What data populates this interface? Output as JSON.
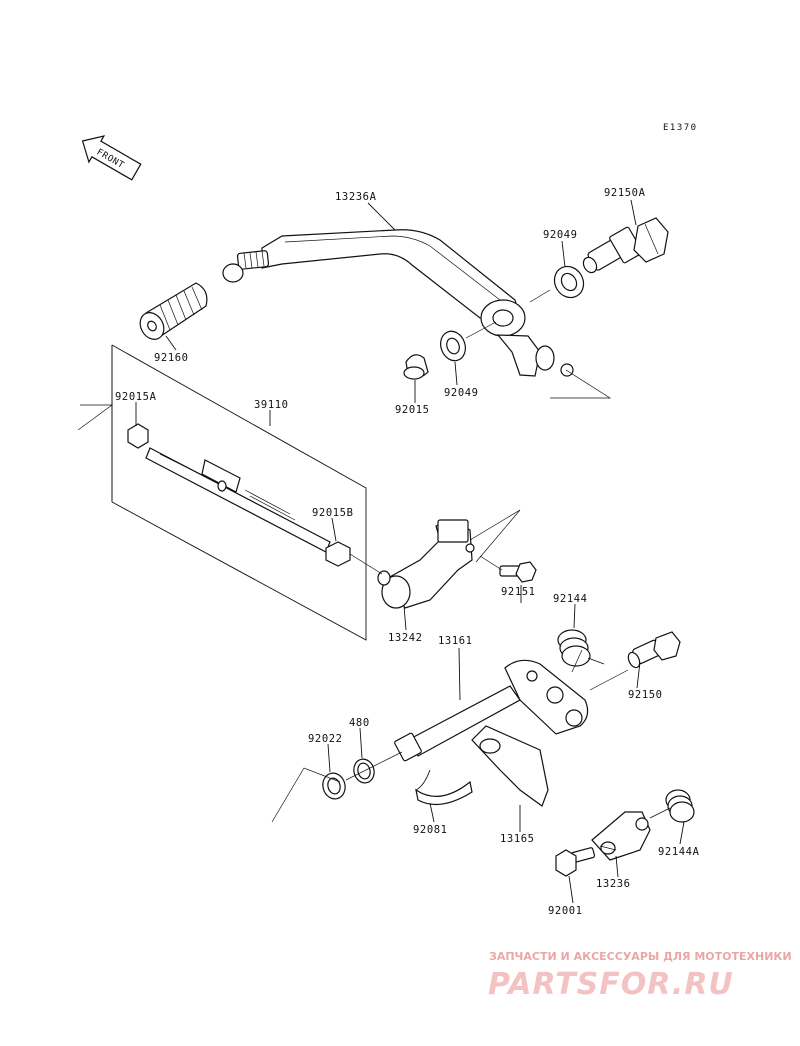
{
  "diagram_code": "E1370",
  "front_label": "FRONT",
  "parts": {
    "p13236A": "13236A",
    "p92150A": "92150A",
    "p92049a": "92049",
    "p92049b": "92049",
    "p92160": "92160",
    "p92015": "92015",
    "p92015A": "92015A",
    "p39110": "39110",
    "p92015B": "92015B",
    "p13242": "13242",
    "p92151": "92151",
    "p92144": "92144",
    "p92150": "92150",
    "p13161": "13161",
    "p480": "480",
    "p92022": "92022",
    "p92081": "92081",
    "p13165": "13165",
    "p92144A": "92144A",
    "p92001": "92001",
    "p13236": "13236"
  },
  "watermark": {
    "tagline": "ЗАПЧАСТИ И АКСЕССУАРЫ ДЛЯ МОТОТЕХНИКИ",
    "brand": "PARTSFOR.RU"
  }
}
